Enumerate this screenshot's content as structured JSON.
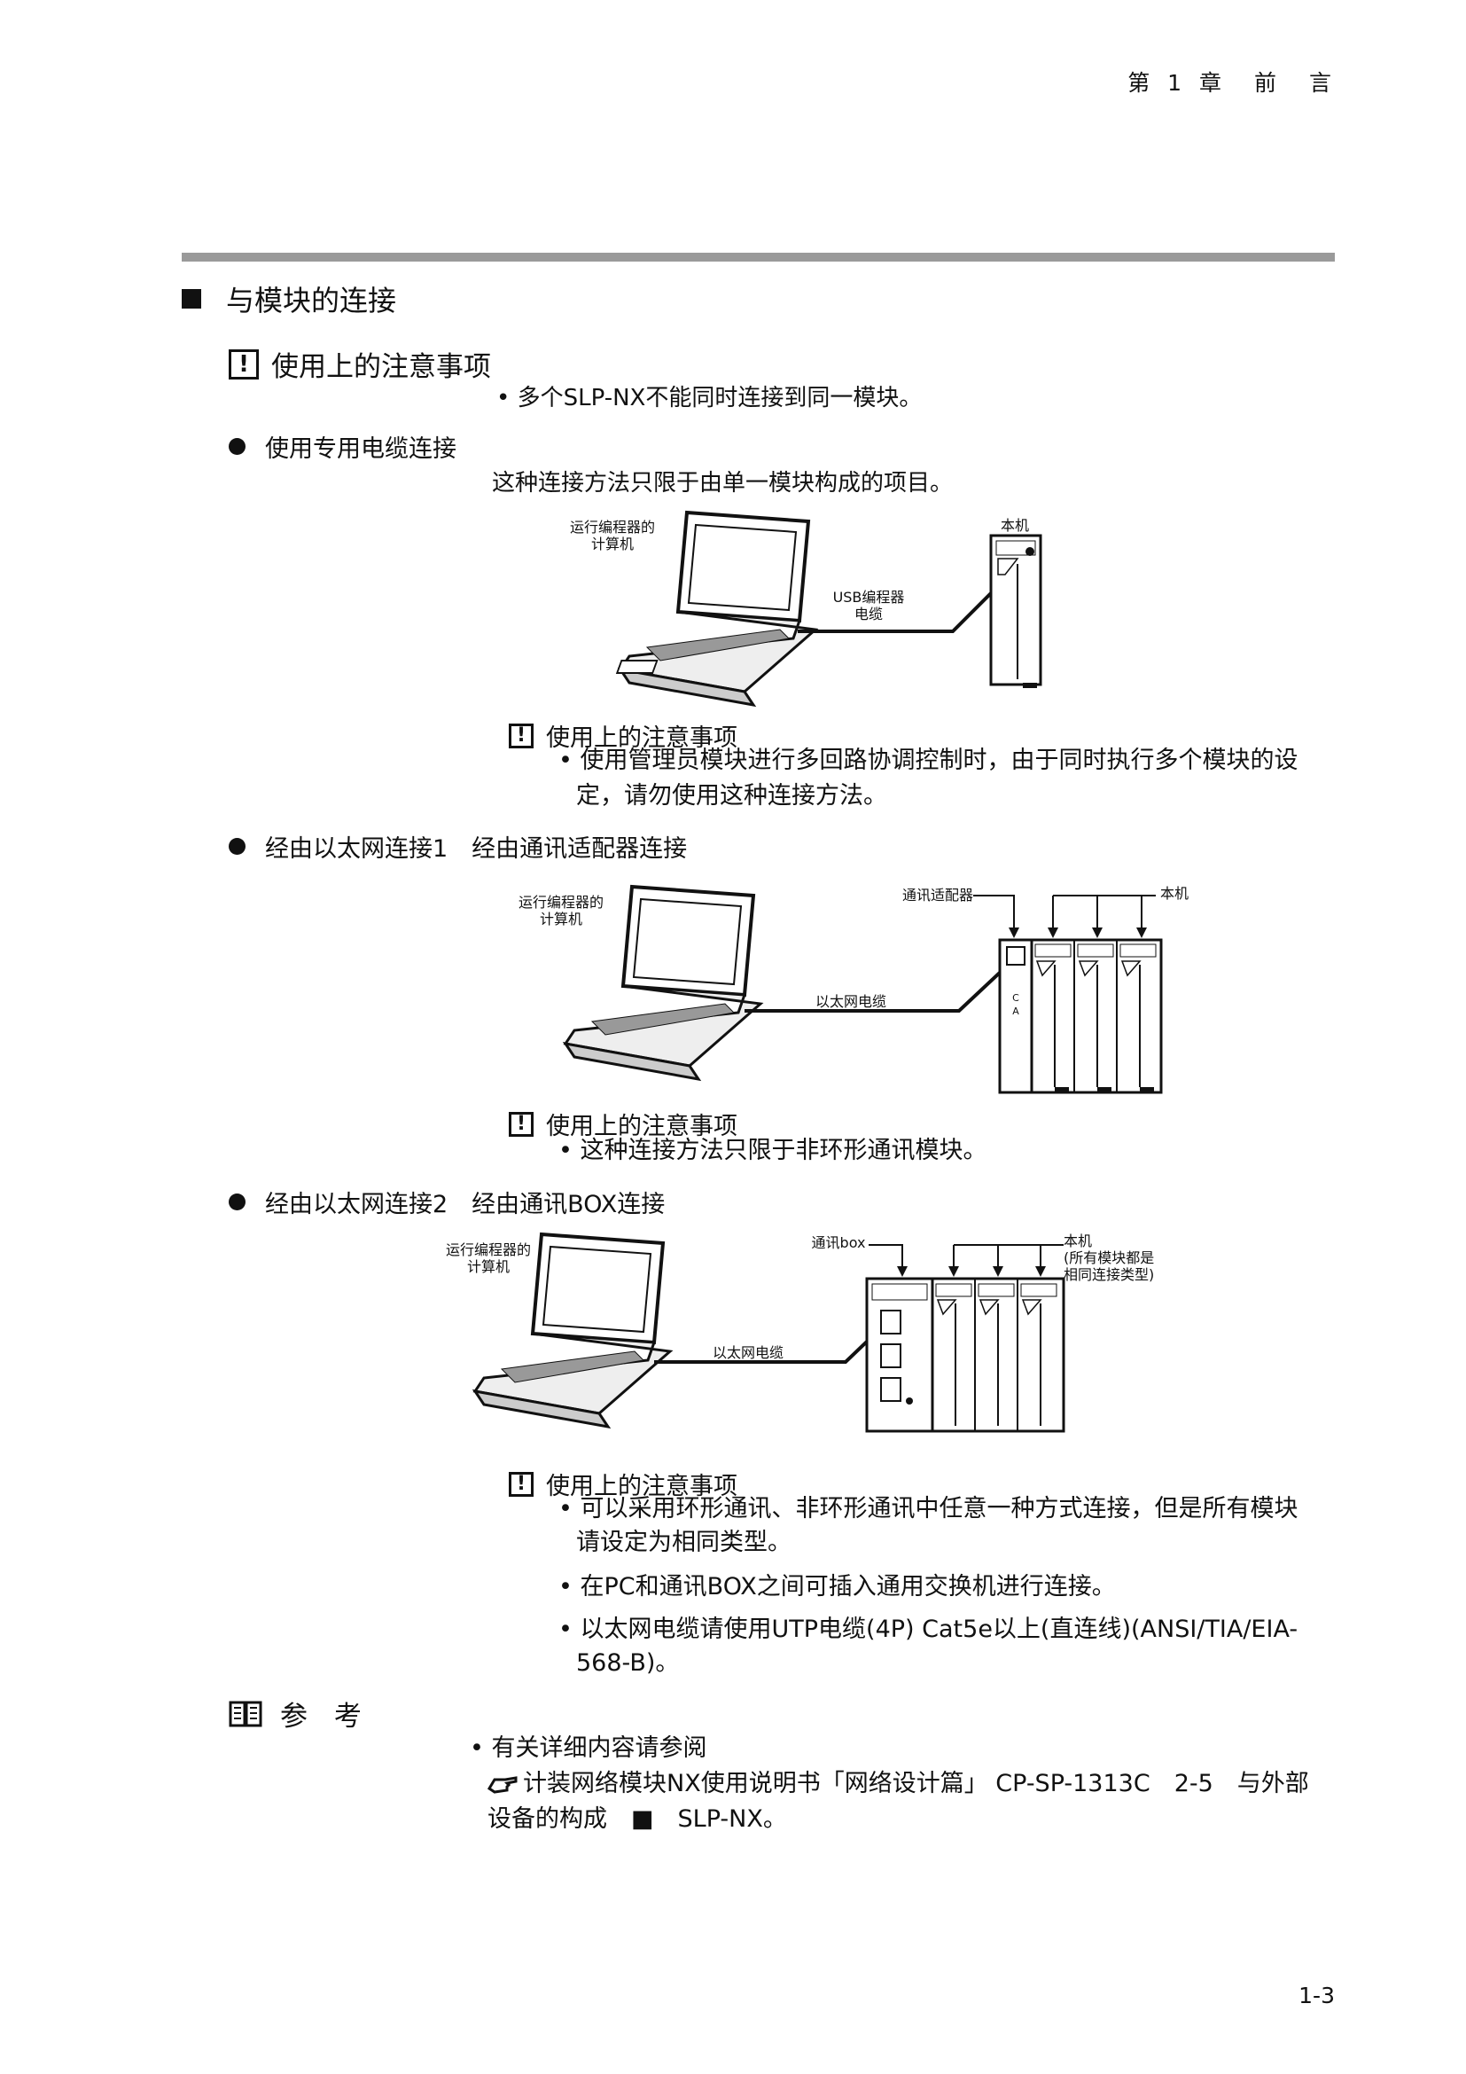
{
  "header": {
    "chapter": "第 1 章　前　言"
  },
  "section": {
    "title": "与模块的连接"
  },
  "top_caution": {
    "title": "使用上的注意事项",
    "bullet": "• 多个SLP-NX不能同时连接到同一模块。"
  },
  "usb": {
    "heading": "使用专用电缆连接",
    "desc": "这种连接方法只限于由单一模块构成的项目。",
    "fig": {
      "pc_label_1": "运行编程器的",
      "pc_label_2": "计算机",
      "cable_1": "USB编程器",
      "cable_2": "电缆",
      "unit": "本机"
    },
    "caution_title": "使用上的注意事项",
    "caution_l1": "• 使用管理员模块进行多回路协调控制时，由于同时执行多个模块的设",
    "caution_l2": "定，请勿使用这种连接方法。"
  },
  "eth1": {
    "heading": "经由以太网连接1　经由通讯适配器连接",
    "fig": {
      "pc_label_1": "运行编程器的",
      "pc_label_2": "计算机",
      "adapter": "通讯适配器",
      "unit": "本机",
      "cable": "以太网电缆",
      "ca_c": "C",
      "ca_a": "A"
    },
    "caution_title": "使用上的注意事项",
    "caution_l1": "• 这种连接方法只限于非环形通讯模块。"
  },
  "eth2": {
    "heading": "经由以太网连接2　经由通讯BOX连接",
    "fig": {
      "pc_label_1": "运行编程器的",
      "pc_label_2": "计算机",
      "box": "通讯box",
      "unit_1": "本机",
      "unit_2": "(所有模块都是",
      "unit_3": "相同连接类型)",
      "cable": "以太网电缆"
    },
    "caution_title": "使用上的注意事项",
    "caution_l1": "• 可以采用环形通讯、非环形通讯中任意一种方式连接，但是所有模块",
    "caution_l2": "请设定为相同类型。",
    "caution_l3": "• 在PC和通讯BOX之间可插入通用交换机进行连接。",
    "caution_l4": "• 以太网电缆请使用UTP电缆(4P) Cat5e以上(直连线)(ANSI/TIA/EIA-",
    "caution_l5": "568-B)。"
  },
  "reference": {
    "title": "参 考",
    "l1": "• 有关详细内容请参阅",
    "l2": "计装网络模块NX使用说明书「网络设计篇」 CP-SP-1313C　2-5　与外部",
    "l3": "设备的构成　■　SLP-NX。"
  },
  "page_number": "1-3"
}
